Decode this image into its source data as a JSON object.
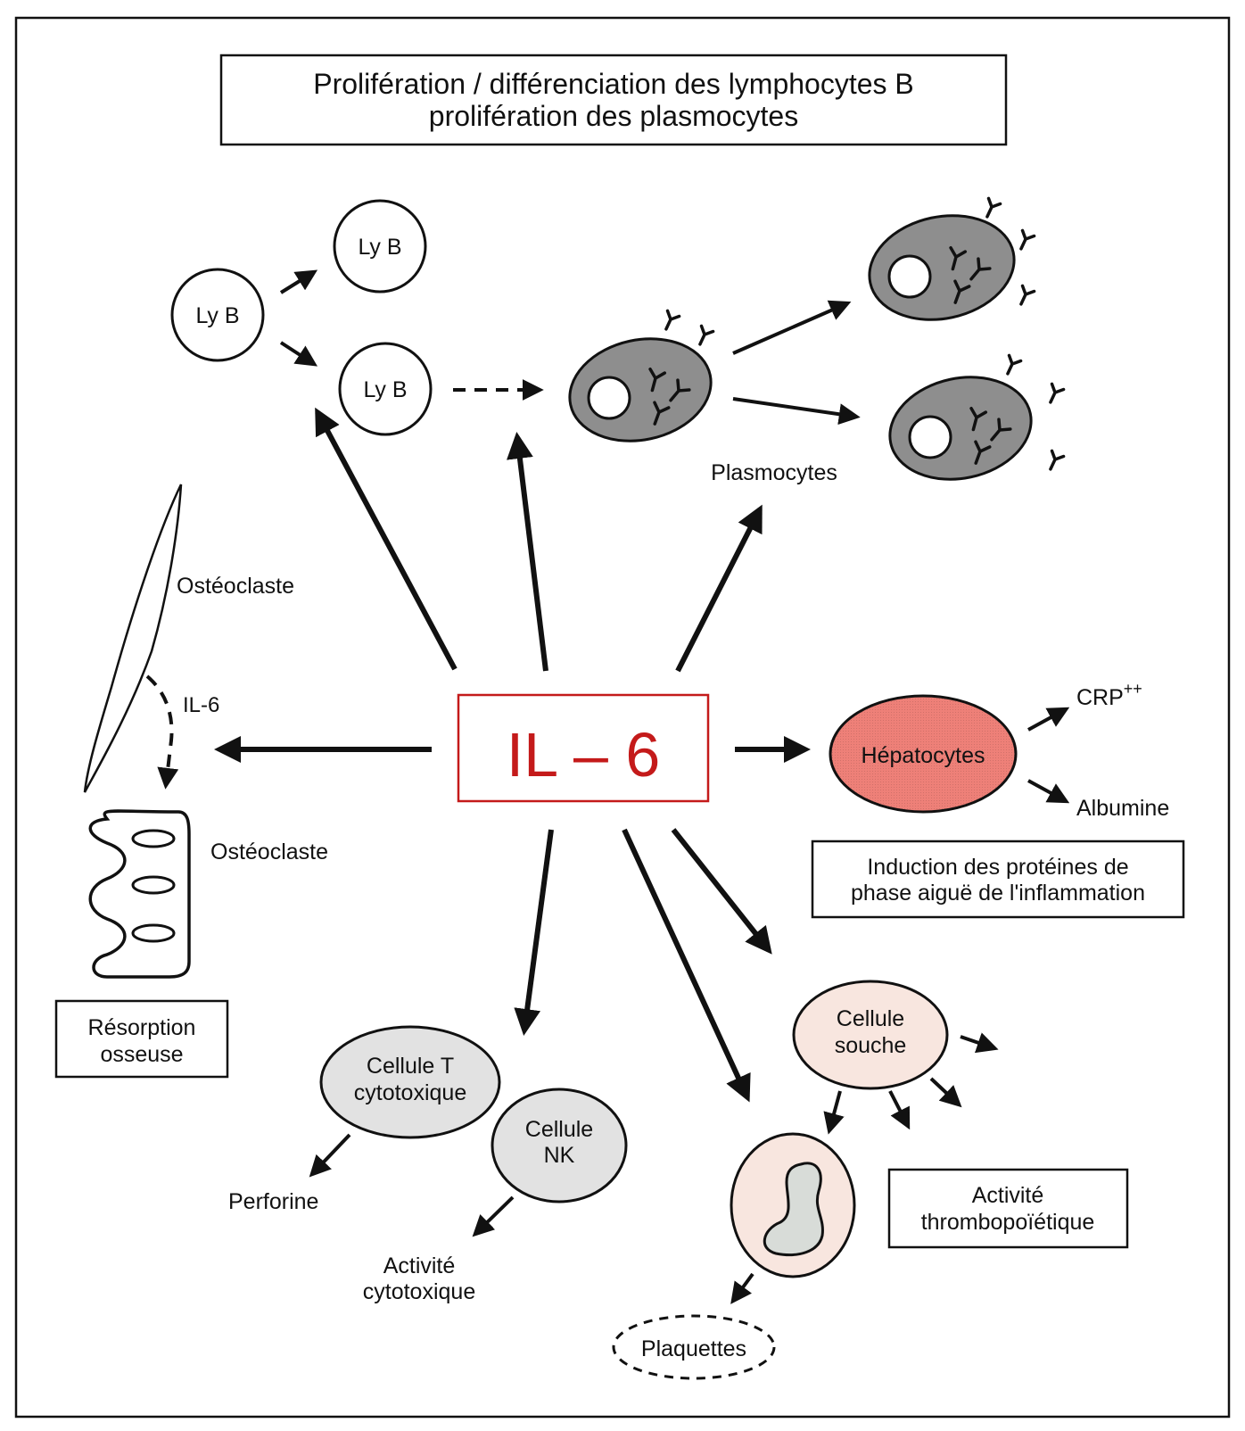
{
  "title_box": {
    "line1": "Prolifération / différenciation des lymphocytes B",
    "line2": "prolifération des plasmocytes"
  },
  "center": {
    "label": "IL – 6",
    "color": "#c41a1a"
  },
  "lymphocytes": [
    {
      "label": "Ly B"
    },
    {
      "label": "Ly B"
    },
    {
      "label": "Ly B"
    }
  ],
  "plasmocytes": {
    "label": "Plasmocytes",
    "fill": "#8e8e8e"
  },
  "bone": {
    "osteoclast_top_label": "Ostéoclaste",
    "il6_label": "IL-6",
    "osteoclast_bottom_label": "Ostéoclaste",
    "box_line1": "Résorption",
    "box_line2": "osseuse"
  },
  "liver": {
    "hepatocytes_label": "Hépatocytes",
    "hepatocytes_fill": "#ee8078",
    "crp_label": "CRP",
    "crp_superscript": "++",
    "albumine_label": "Albumine",
    "box_line1": "Induction des protéines de",
    "box_line2": "phase aiguë de l'inflammation"
  },
  "immune": {
    "t_cell_line1": "Cellule T",
    "t_cell_line2": "cytotoxique",
    "nk_line1": "Cellule",
    "nk_line2": "NK",
    "cell_fill": "#e2e2e2",
    "perforine_label": "Perforine",
    "activity_line1": "Activité",
    "activity_line2": "cytotoxique"
  },
  "blood": {
    "stem_line1": "Cellule",
    "stem_line2": "souche",
    "stem_fill": "#f8e6df",
    "plaquettes_label": "Plaquettes",
    "box_line1": "Activité",
    "box_line2": "thrombopoïétique"
  }
}
